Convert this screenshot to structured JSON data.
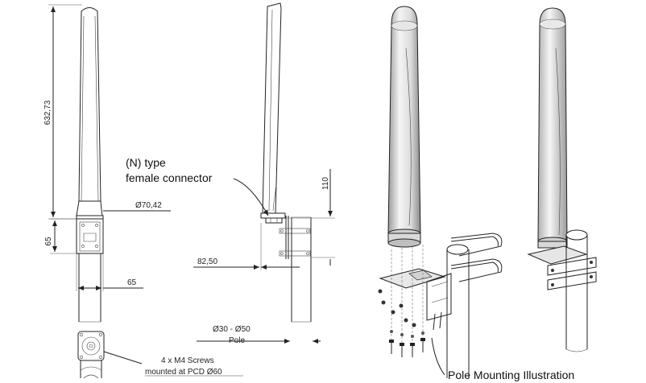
{
  "dimensions": {
    "height_total": "632,73",
    "diameter_radome": "Ø70,42",
    "bracket_height": "65",
    "bracket_width": "65",
    "connector_height": "110",
    "offset": "82,50",
    "pole_range": "Ø30 - Ø50",
    "pole_word": "Pole"
  },
  "labels": {
    "connector_line1": "(N) type",
    "connector_line2": "female connector",
    "screws_line1": "4 x M4 Screws",
    "screws_line2": "mounted at PCD Ø60",
    "caption": "Pole Mounting Illustration"
  },
  "colors": {
    "line": "#222222",
    "background": "#ffffff"
  }
}
